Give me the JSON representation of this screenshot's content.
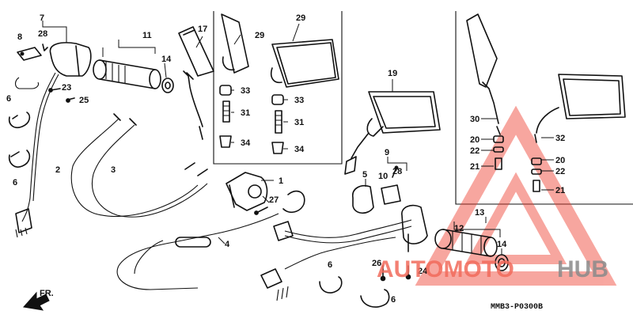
{
  "diagram": {
    "part_labels": [
      {
        "id": "7",
        "name": "7"
      },
      {
        "id": "8",
        "name": "8"
      },
      {
        "id": "28a",
        "name": "28"
      },
      {
        "id": "11",
        "name": "11"
      },
      {
        "id": "14a",
        "name": "14"
      },
      {
        "id": "17",
        "name": "17"
      },
      {
        "id": "29a",
        "name": "29"
      },
      {
        "id": "29b",
        "name": "29"
      },
      {
        "id": "33a",
        "name": "33"
      },
      {
        "id": "31a",
        "name": "31"
      },
      {
        "id": "34a",
        "name": "34"
      },
      {
        "id": "33b",
        "name": "33"
      },
      {
        "id": "31b",
        "name": "31"
      },
      {
        "id": "34b",
        "name": "34"
      },
      {
        "id": "23",
        "name": "23"
      },
      {
        "id": "25",
        "name": "25"
      },
      {
        "id": "6a",
        "name": "6"
      },
      {
        "id": "6b",
        "name": "6"
      },
      {
        "id": "2",
        "name": "2"
      },
      {
        "id": "3",
        "name": "3"
      },
      {
        "id": "1",
        "name": "1"
      },
      {
        "id": "27",
        "name": "27"
      },
      {
        "id": "4",
        "name": "4"
      },
      {
        "id": "19",
        "name": "19"
      },
      {
        "id": "9",
        "name": "9"
      },
      {
        "id": "5",
        "name": "5"
      },
      {
        "id": "10",
        "name": "10"
      },
      {
        "id": "28b",
        "name": "28"
      },
      {
        "id": "13",
        "name": "13"
      },
      {
        "id": "12",
        "name": "12"
      },
      {
        "id": "14b",
        "name": "14"
      },
      {
        "id": "26",
        "name": "26"
      },
      {
        "id": "24",
        "name": "24"
      },
      {
        "id": "6c",
        "name": "6"
      },
      {
        "id": "6d",
        "name": "6"
      },
      {
        "id": "30",
        "name": "30"
      },
      {
        "id": "20a",
        "name": "20"
      },
      {
        "id": "22a",
        "name": "22"
      },
      {
        "id": "21a",
        "name": "21"
      },
      {
        "id": "32",
        "name": "32"
      },
      {
        "id": "20b",
        "name": "20"
      },
      {
        "id": "22b",
        "name": "22"
      },
      {
        "id": "21b",
        "name": "21"
      }
    ],
    "direction_label": "FR.",
    "diagram_code": "MMB3-P0300B"
  },
  "watermark": {
    "brand_left": "AUTOMOTO",
    "brand_right": "HUB",
    "color_left": "#f26b5b",
    "color_right": "#8a8a8a"
  }
}
